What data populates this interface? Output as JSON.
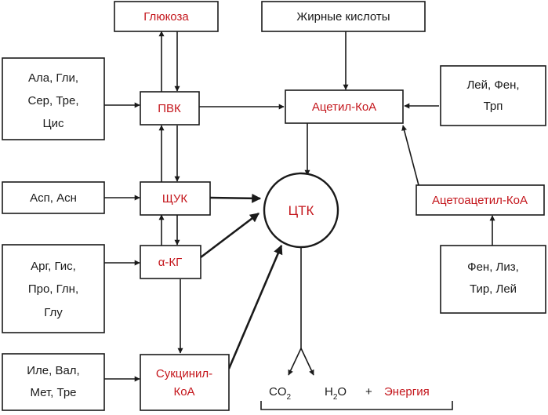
{
  "colors": {
    "metabolite": "#c4161c",
    "text": "#1a1a1a",
    "line": "#1a1a1a"
  },
  "nodes": {
    "glucose": "Глюкоза",
    "fatty_acids": "Жирные кислоты",
    "pvk": "ПВК",
    "acetyl_coa": "Ацетил-КоА",
    "schuk": "ЩУК",
    "akg": "α-КГ",
    "succinyl_coa": [
      "Сукцинил-",
      "КоА"
    ],
    "acetoacetyl_coa": "Ацетоацетил-КоА",
    "tca": "ЦТК"
  },
  "amino_acid_groups": {
    "to_pvk": [
      "Ала, Гли,",
      "Сер, Тре,",
      "Цис"
    ],
    "to_schuk": [
      "Асп, Асн"
    ],
    "to_akg": [
      "Арг, Гис,",
      "Про, Глн,",
      "Глу"
    ],
    "to_succinyl": [
      "Иле, Вал,",
      "Мет, Тре"
    ],
    "to_acetyl": [
      "Лей, Фен,",
      "Трп"
    ],
    "to_acetoacetyl": [
      "Фен, Лиз,",
      "Тир, Лей"
    ]
  },
  "products": {
    "co2_base": "CO",
    "co2_sub": "2",
    "h2o_h": "H",
    "h2o_sub": "2",
    "h2o_o": "O",
    "plus": "+",
    "energy": "Энергия"
  }
}
